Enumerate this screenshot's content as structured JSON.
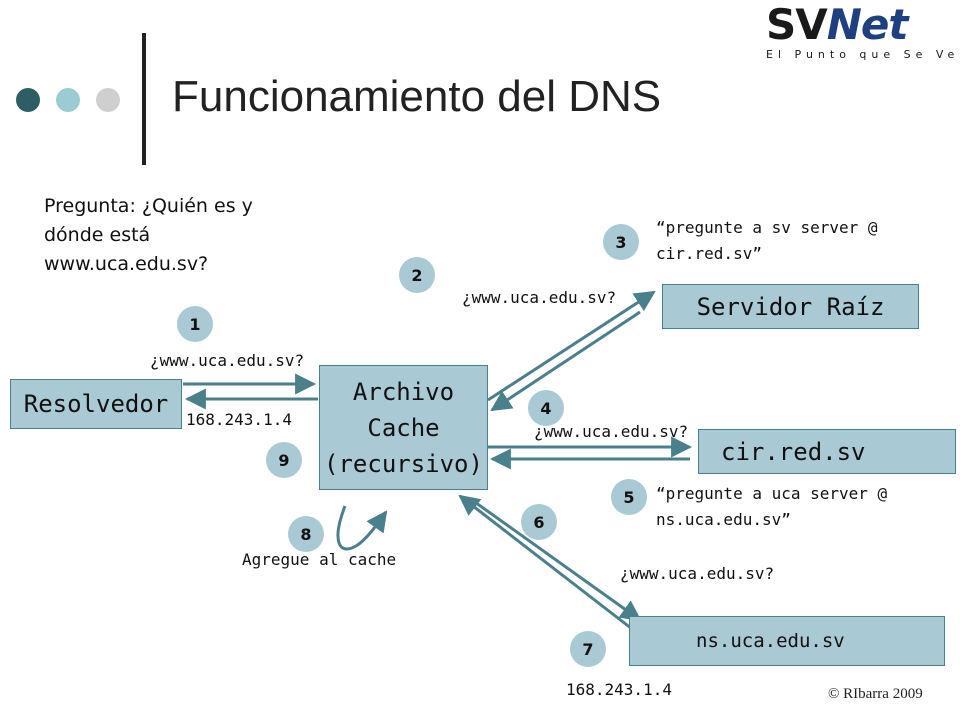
{
  "title": "Funcionamiento del DNS",
  "logo": {
    "part1": "SV",
    "part2": "Net",
    "tagline": "El Punto que Se Ve"
  },
  "question": {
    "line1": "Pregunta: ¿Quién es y",
    "line2": "dónde está",
    "line3": "www.uca.edu.sv?"
  },
  "boxes": {
    "resolver": "Resolvedor",
    "cache_line1": "Archivo",
    "cache_line2": "Cache",
    "cache_line3": "(recursivo)",
    "root": "Servidor Raíz",
    "cir": "cir.red.sv",
    "ns": "ns.uca.edu.sv"
  },
  "labels": {
    "q1": "¿www.uca.edu.sv?",
    "a9": "168.243.1.4",
    "q2": "¿www.uca.edu.sv?",
    "r3_line1": "“pregunte a sv server @",
    "r3_line2": "cir.red.sv”",
    "q4": "¿www.uca.edu.sv?",
    "r5_line1": "“pregunte a uca server @",
    "r5_line2": "ns.uca.edu.sv”",
    "q6": "¿www.uca.edu.sv?",
    "a7": "168.243.1.4",
    "cache_add": "Agregue al cache"
  },
  "steps": [
    "1",
    "2",
    "3",
    "4",
    "5",
    "6",
    "7",
    "8",
    "9"
  ],
  "copyright": "© RIbarra 2009",
  "colors": {
    "box_fill": "#a9c9d4",
    "arrow": "#4a7f8c",
    "dot_dark": "#2e5d63",
    "dot_mid": "#9ccbd3",
    "dot_light": "#cfcfcf",
    "logo_net": "#1e3f80"
  }
}
